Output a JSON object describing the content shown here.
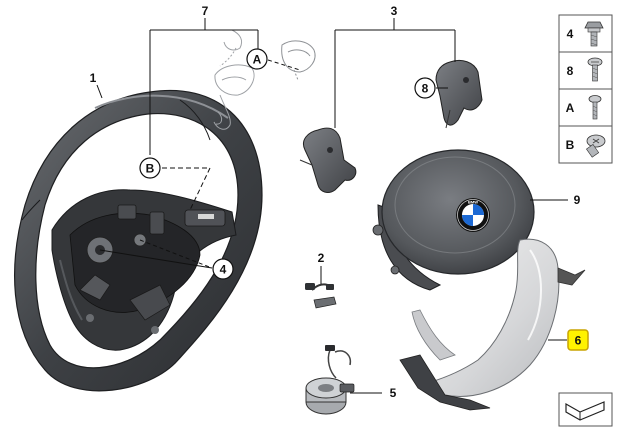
{
  "diagram": {
    "callouts": {
      "c1": "1",
      "c2": "2",
      "c3": "3",
      "c4": "4",
      "c5": "5",
      "c6": "6",
      "c7": "7",
      "c8": "8",
      "c9": "9",
      "cA": "A",
      "cB": "B"
    },
    "legend": [
      {
        "label": "4",
        "icon": "screw-hex-head-icon"
      },
      {
        "label": "8",
        "icon": "screw-pan-head-icon"
      },
      {
        "label": "A",
        "icon": "screw-small-icon"
      },
      {
        "label": "B",
        "icon": "screw-torx-icon"
      }
    ],
    "badge_colors": {
      "highlight_fill": "#fff200",
      "highlight_stroke": "#c8a400"
    },
    "emblem_colors": {
      "blue": "#1c69d4",
      "white": "#ffffff",
      "black": "#111111"
    }
  }
}
